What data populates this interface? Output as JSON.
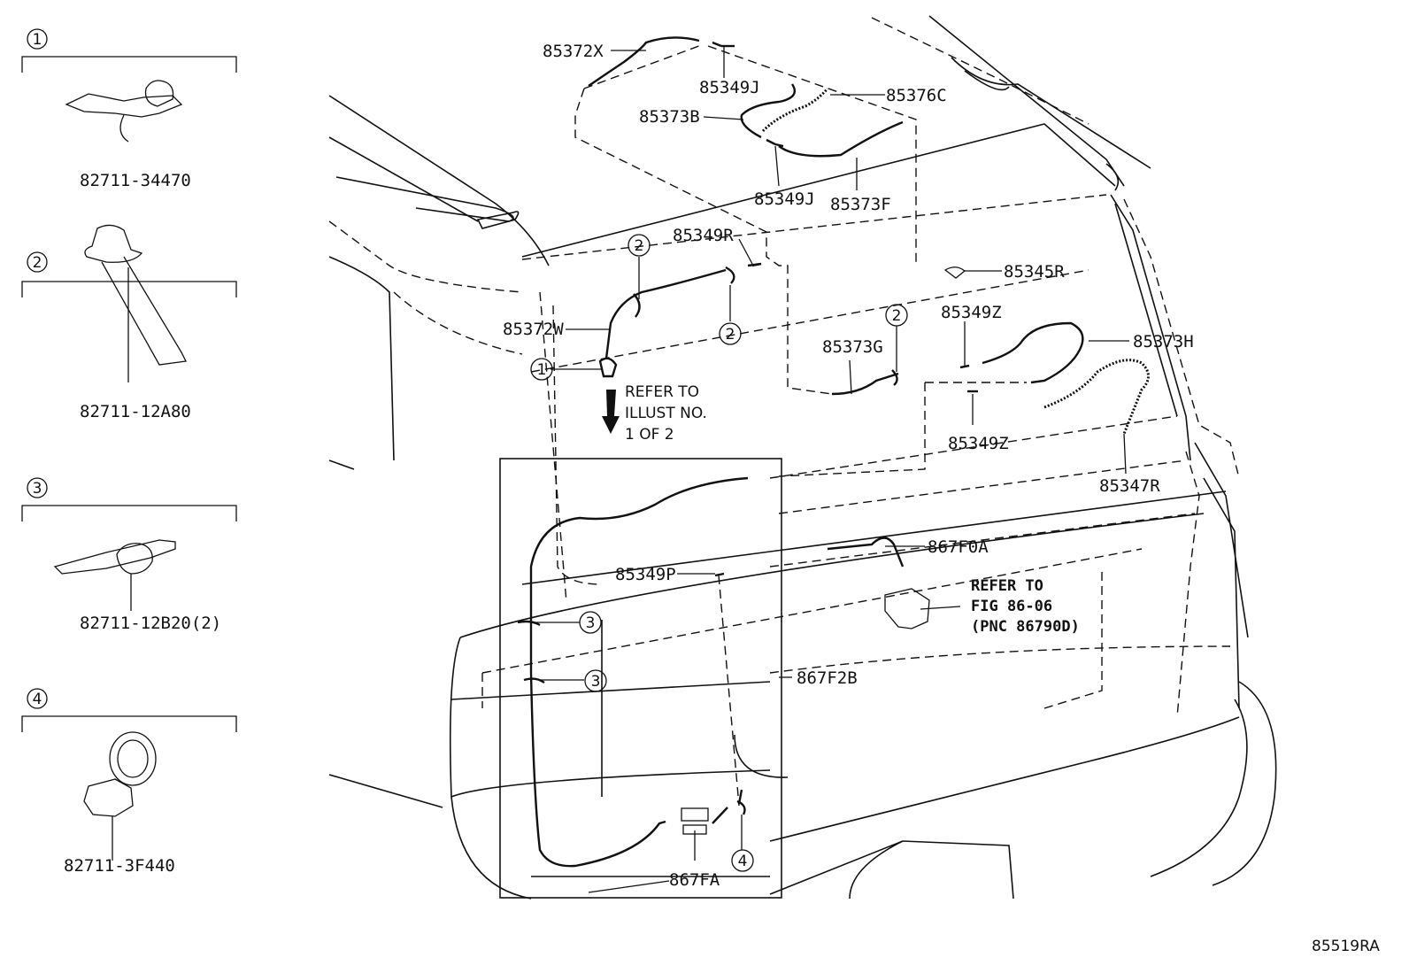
{
  "clip_key": [
    {
      "num": "1",
      "part": "82711-34470"
    },
    {
      "num": "2",
      "part": "82711-12A80"
    },
    {
      "num": "3",
      "part": "82711-12B20(2)"
    },
    {
      "num": "4",
      "part": "82711-3F440"
    }
  ],
  "parts": {
    "p85372X": "85372X",
    "p85349J_a": "85349J",
    "p85376C": "85376C",
    "p85373B": "85373B",
    "p85349J_b": "85349J",
    "p85373F": "85373F",
    "p85349R": "85349R",
    "p85345R": "85345R",
    "p85372W": "85372W",
    "p85349Z_a": "85349Z",
    "p85373G": "85373G",
    "p85373H": "85373H",
    "p85349Z_b": "85349Z",
    "p85347R": "85347R",
    "p867F0A": "867F0A",
    "p85349P": "85349P",
    "p867F2B": "867F2B",
    "p867FA": "867FA"
  },
  "callouts": {
    "c2a": "2",
    "c2b": "2",
    "c2c": "2",
    "c1": "1",
    "c3a": "3",
    "c3b": "3",
    "c4": "4"
  },
  "notes": {
    "refer_illust": [
      "REFER TO",
      "ILLUST NO.",
      "1 OF 2"
    ],
    "refer_fig": [
      "REFER TO",
      "FIG 86-06",
      "(PNC 86790D)"
    ]
  },
  "diagram_id": "85519RA"
}
